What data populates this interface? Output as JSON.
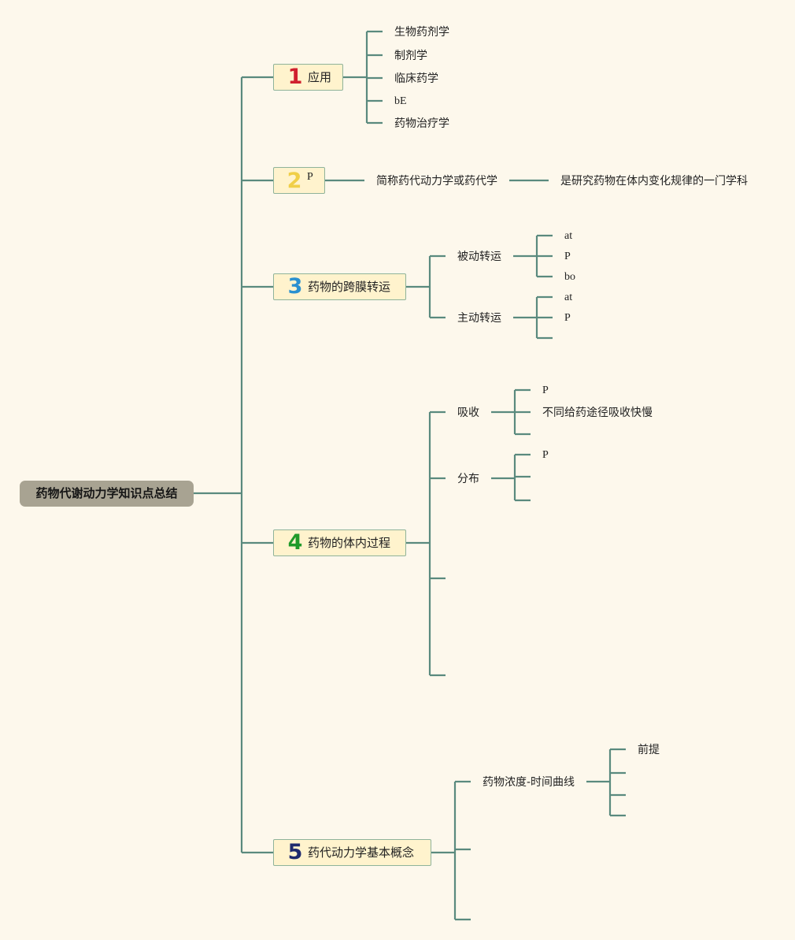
{
  "mindmap": {
    "root": "药物代谢动力学知识点总结",
    "colors": {
      "line": "#5a8a7e",
      "root_bg": "#a8a392",
      "topic_bg": "#fff3cd",
      "topic_border": "#8fb39a",
      "num1": "#d0202e",
      "num2": "#f0cf48",
      "num3": "#2a90d0",
      "num4": "#1f9a2a",
      "num5": "#1e2a6e"
    },
    "topics": [
      {
        "number": "1",
        "label": "应用",
        "children": [
          "生物药剂学",
          "制剂学",
          "临床药学",
          "bE",
          "药物治疗学"
        ]
      },
      {
        "number": "2",
        "label": "P",
        "chain": [
          "简称药代动力学或药代学",
          "是研究药物在体内变化规律的一门学科"
        ]
      },
      {
        "number": "3",
        "label": "药物的跨膜转运",
        "children": [
          {
            "label": "被动转运",
            "children": [
              "at",
              "P",
              "bo"
            ]
          },
          {
            "label": "主动转运",
            "children": [
              "at",
              "P",
              ""
            ]
          }
        ]
      },
      {
        "number": "4",
        "label": "药物的体内过程",
        "children": [
          {
            "label": "吸收",
            "children": [
              "P",
              "不同给药途径吸收快慢",
              ""
            ]
          },
          {
            "label": "分布",
            "children": [
              "P",
              "",
              ""
            ]
          },
          {
            "label": "",
            "children": []
          },
          {
            "label": "",
            "children": []
          }
        ]
      },
      {
        "number": "5",
        "label": "药代动力学基本概念",
        "children": [
          {
            "label": "药物浓度-时间曲线",
            "children": [
              "前提",
              "",
              "",
              ""
            ]
          },
          {
            "label": "",
            "children": []
          },
          {
            "label": "",
            "children": []
          }
        ]
      }
    ]
  }
}
